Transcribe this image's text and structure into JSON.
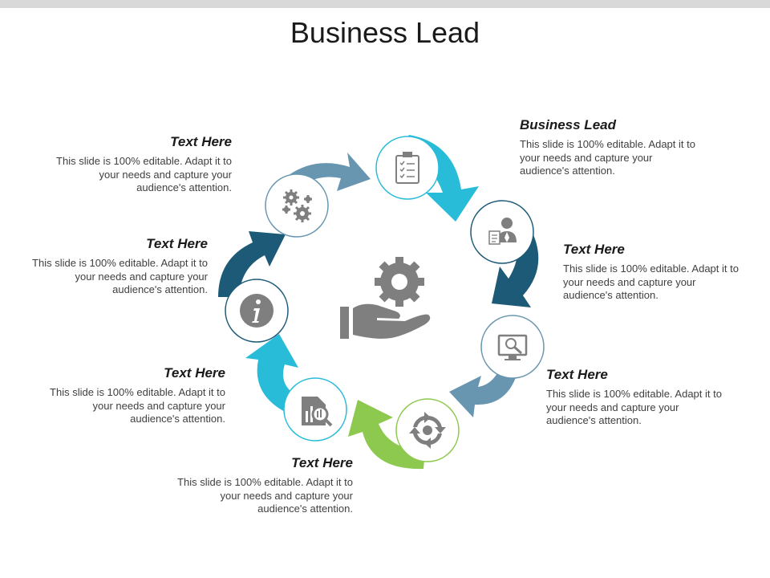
{
  "title": "Business Lead",
  "colors": {
    "slate_blue": "#6896b0",
    "cyan": "#28bcd8",
    "navy": "#1c5a78",
    "green": "#8cc94e",
    "icon_gray": "#7f7f7f"
  },
  "center_icon": "hand-gear-icon",
  "items": [
    {
      "heading": "Business Lead",
      "body": "This slide is 100% editable. Adapt it to your needs and capture your audience's attention.",
      "icon": "clipboard-checklist-icon"
    },
    {
      "heading": "Text Here",
      "body": "This slide is 100% editable. Adapt it to your needs and capture your audience's attention.",
      "icon": "businessman-document-icon"
    },
    {
      "heading": "Text Here",
      "body": "This slide is 100% editable. Adapt it to your needs and capture your audience's attention.",
      "icon": "monitor-search-icon"
    },
    {
      "heading": "Text Here",
      "body": "This slide is 100% editable. Adapt it to your needs and capture your audience's attention.",
      "icon": "refresh-cycle-icon"
    },
    {
      "heading": "Text Here",
      "body": "This slide is 100% editable. Adapt it to your needs and capture your audience's attention.",
      "icon": "report-magnifier-icon"
    },
    {
      "heading": "Text Here",
      "body": "This slide is 100% editable. Adapt it to your needs and capture your audience's attention.",
      "icon": "info-icon"
    },
    {
      "heading": "Text Here",
      "body": "This slide is 100% editable. Adapt it to your needs and capture your audience's attention.",
      "icon": "gears-icon"
    }
  ]
}
